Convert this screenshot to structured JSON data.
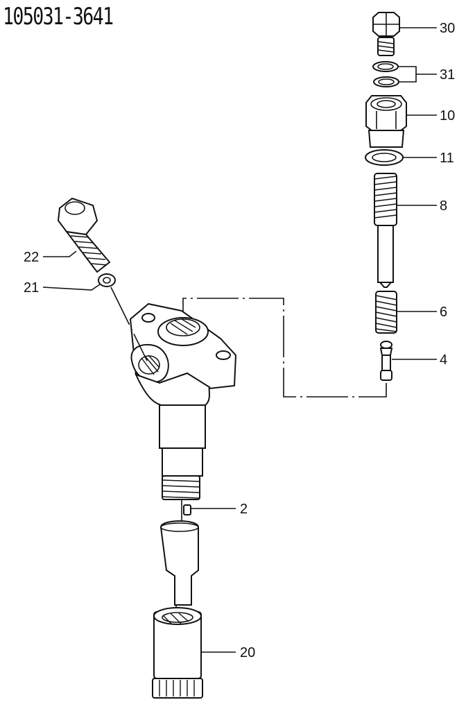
{
  "title": "105031-3641",
  "callouts": {
    "p30": "30",
    "p31": "31",
    "p10": "10",
    "p11": "11",
    "p8": "8",
    "p6": "6",
    "p4": "4",
    "p2": "2",
    "p20": "20",
    "p22": "22",
    "p21": "21"
  }
}
